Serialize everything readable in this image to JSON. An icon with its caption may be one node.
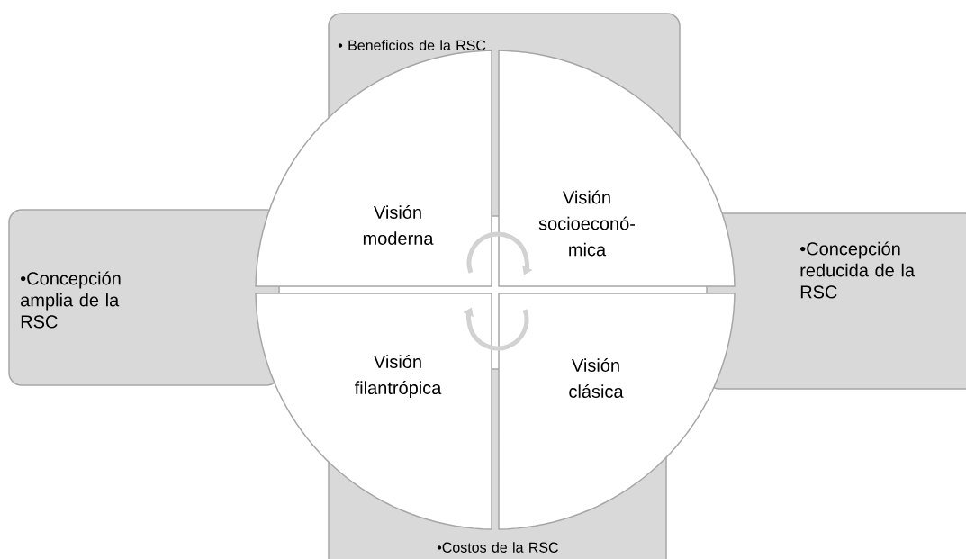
{
  "diagram": {
    "nodes": [
      {
        "text": [
          "• Beneficios de la RSC"
        ]
      },
      {
        "text": [
          "Visión moderna"
        ]
      },
      {
        "text": [
          "Visión socioeconó- mica"
        ]
      },
      {
        "text": [
          "•Concepción amplia de la RSC"
        ]
      },
      {
        "text": [
          "•Concepción reducida de la RSC"
        ]
      },
      {
        "text": [
          "Visión filantrópica"
        ]
      },
      {
        "text": [
          "Visión clásica"
        ]
      },
      {
        "text": [
          "•Costos de la RSC"
        ]
      }
    ],
    "edges": [
      {
        "from": 1,
        "to": 2,
        "arrow": "to"
      },
      {
        "from": 6,
        "to": 5,
        "arrow": "to"
      }
    ]
  }
}
